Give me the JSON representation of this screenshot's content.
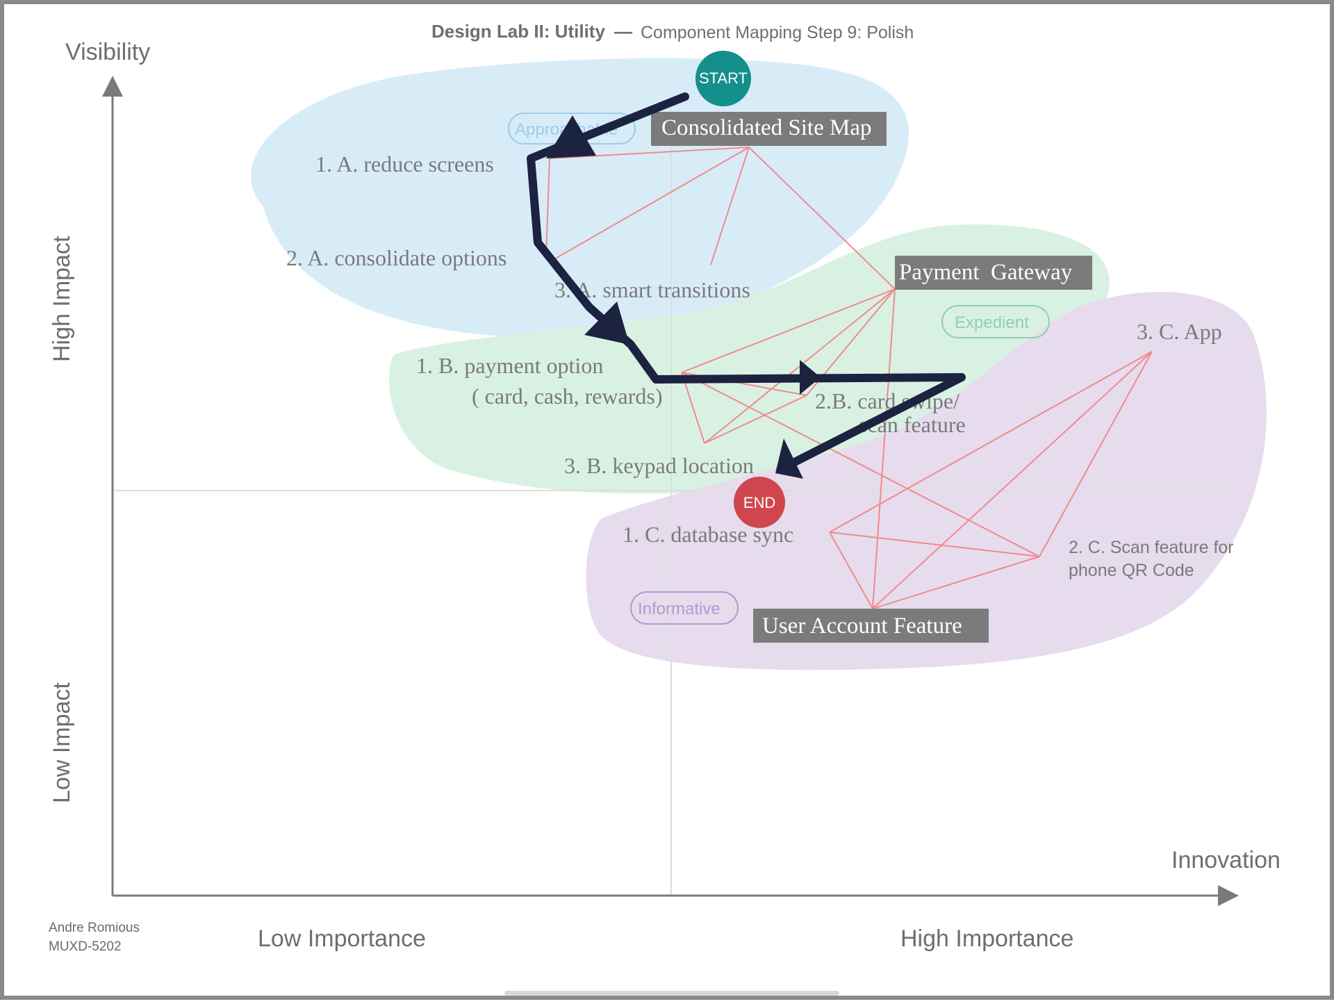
{
  "header": {
    "title_bold": "Design Lab II: Utility",
    "dash": "—",
    "subtitle": "Component Mapping Step 9: Polish"
  },
  "axes": {
    "y_top": "Visibility",
    "y_high": "High Impact",
    "y_low": "Low Impact",
    "x_right": "Innovation",
    "x_low": "Low Importance",
    "x_high": "High Importance"
  },
  "groups": {
    "a": {
      "tag": "Approachable",
      "color": "#d8ecf8",
      "tag_color": "#9ccbec"
    },
    "b": {
      "tag": "Expedient",
      "color": "#d9f1e3",
      "tag_color": "#8fd0b0"
    },
    "c": {
      "tag": "Informative",
      "color": "#e6dcee",
      "tag_color": "#b498cf"
    }
  },
  "features": {
    "site_map": "Consolidated Site Map",
    "payment": "Payment  Gateway",
    "user_account": "User Account Feature",
    "box_color": "#7b7b7b"
  },
  "items": {
    "a1": "1.   A. reduce screens",
    "a2": "2. A. consolidate options",
    "a3": "3. A. smart transitions",
    "b1_line1": "1.   B. payment option",
    "b1_line2": "( card, cash, rewards)",
    "b2_line1": "2.B. card swipe/",
    "b2_line2": "scan feature",
    "b3": "3. B. keypad location",
    "c1": "1.   C. database sync",
    "c2_line1": "2. C. Scan feature for",
    "c2_line2": "phone QR Code",
    "c3": "3. C. App"
  },
  "markers": {
    "start": "START",
    "start_color": "#138f8c",
    "end": "END",
    "end_color": "#d0464e"
  },
  "credit": {
    "name": "Andre Romious",
    "course": "MUXD-5202"
  },
  "colors": {
    "connector": "#f08a8a",
    "path_arrow": "#1b2340",
    "axis": "#7a7a7a"
  }
}
